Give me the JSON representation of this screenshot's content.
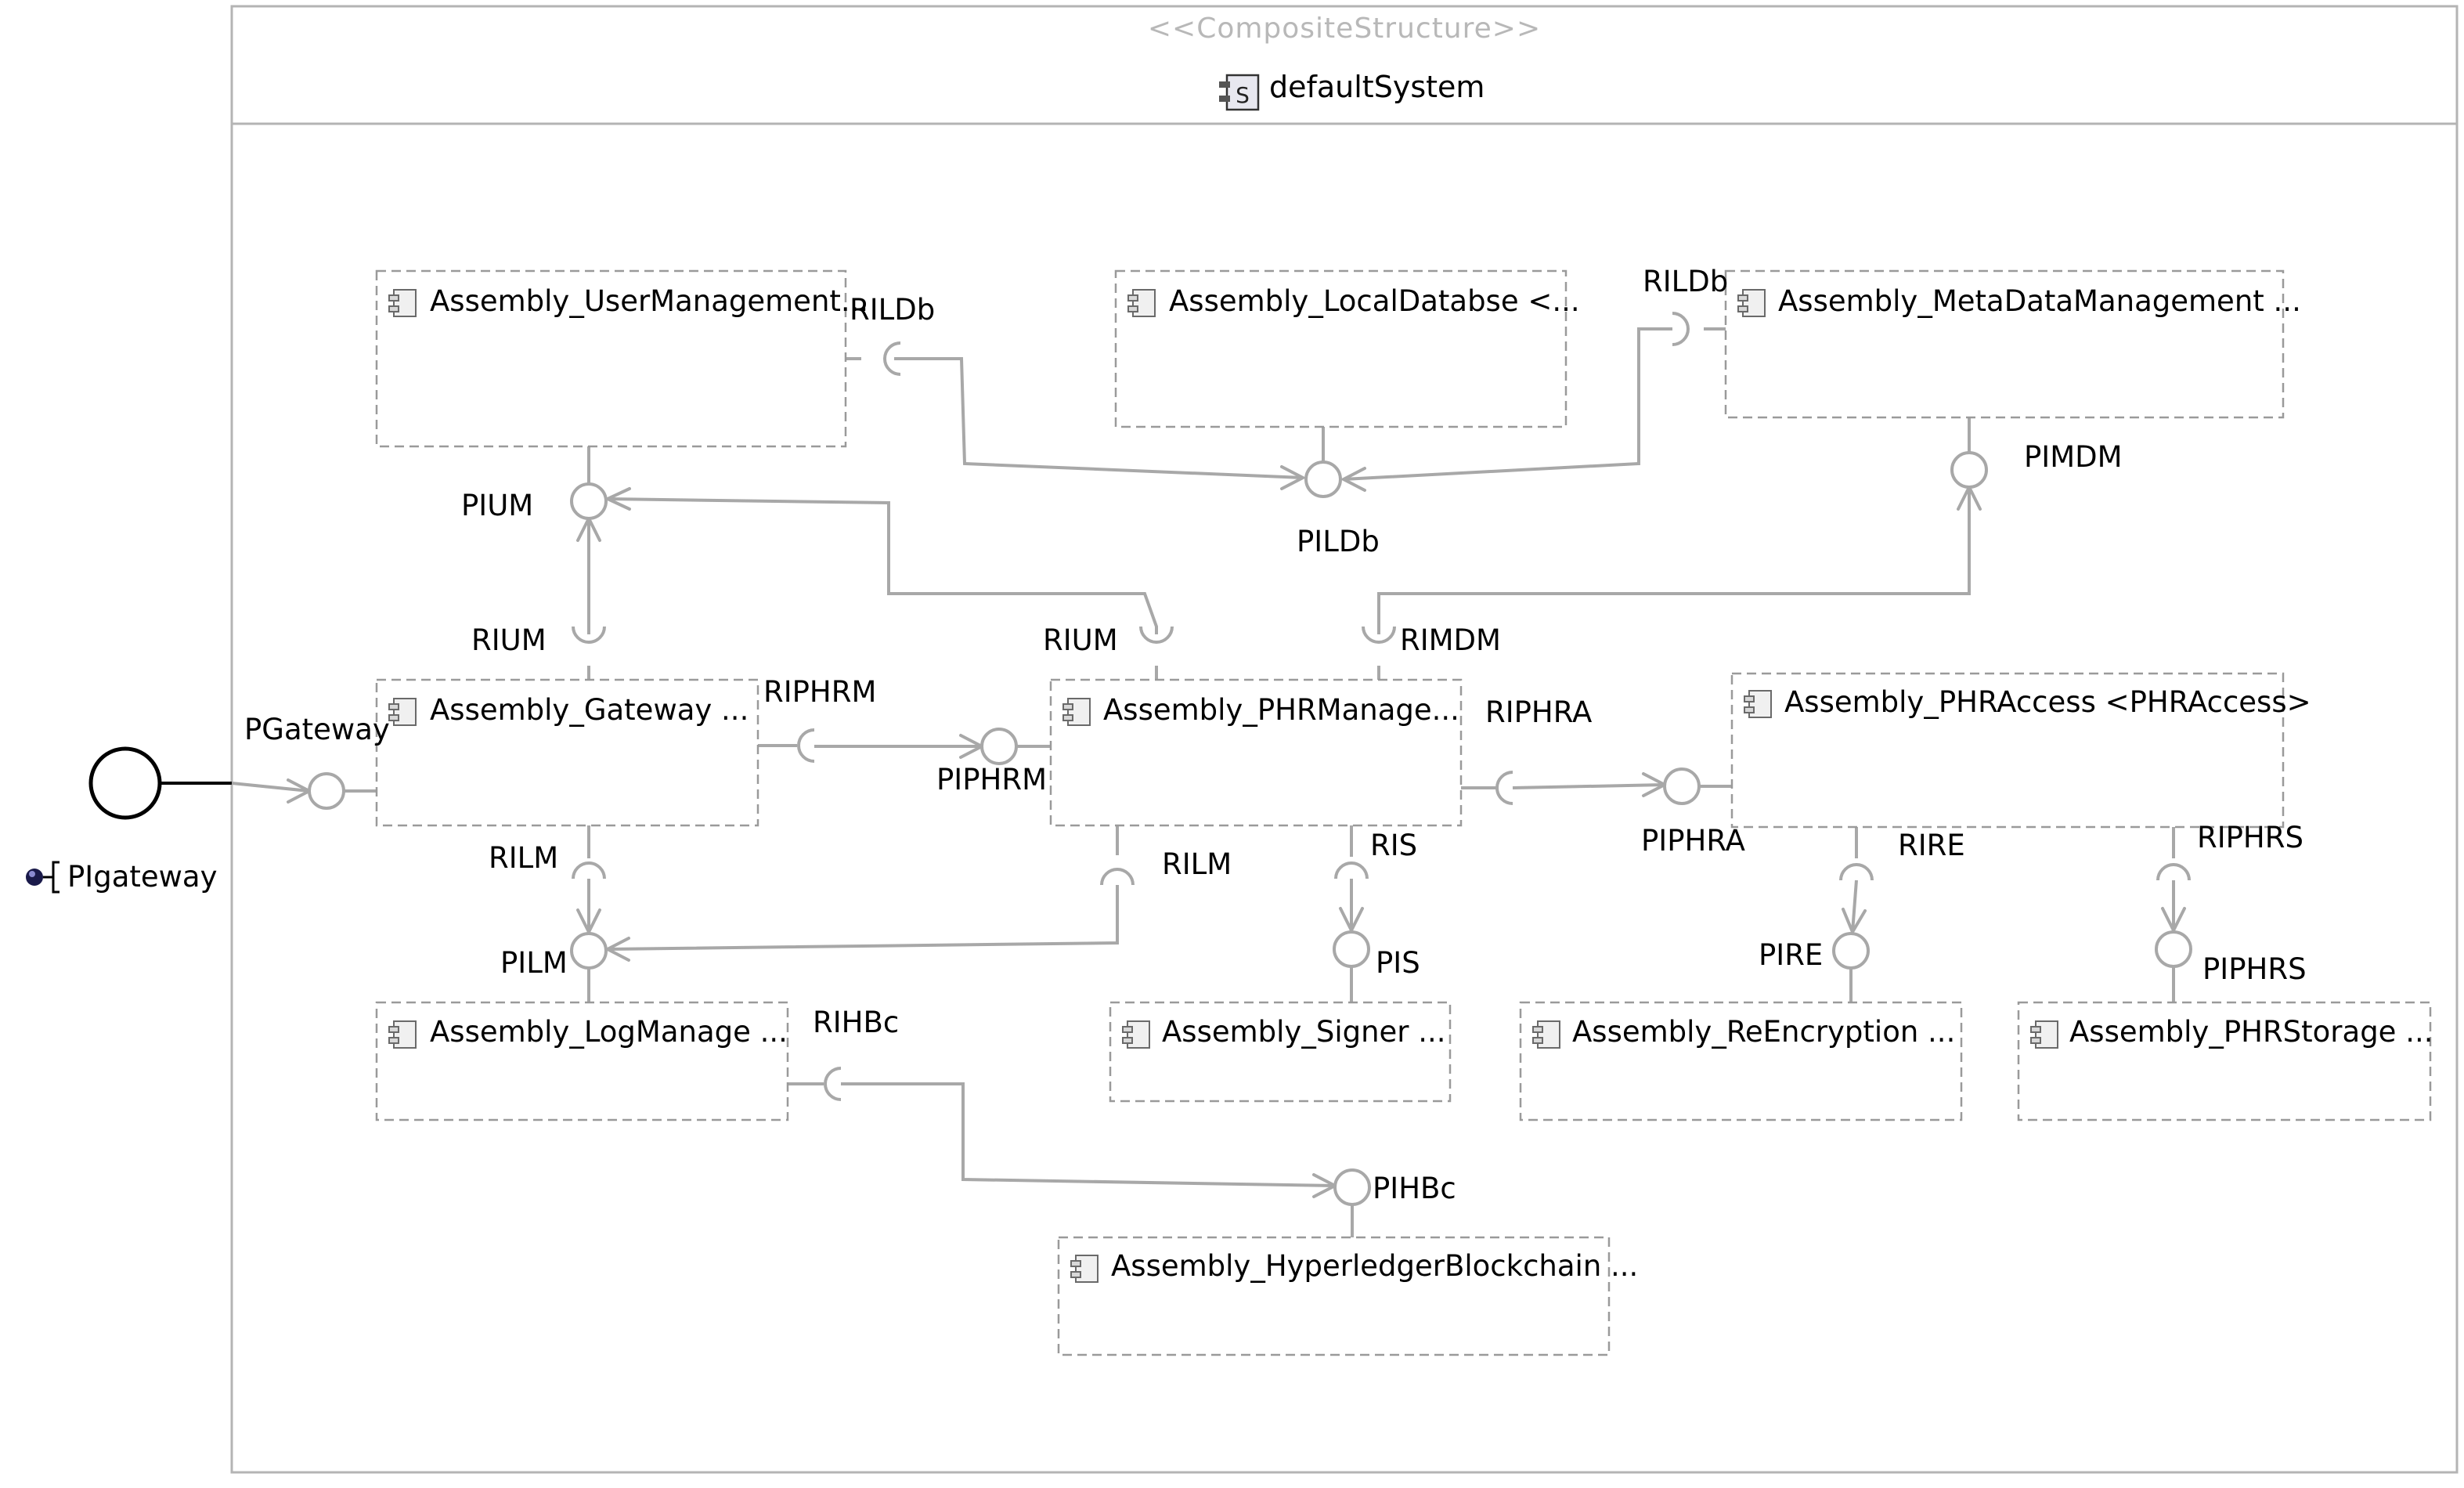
{
  "stereotype": "<<CompositeStructure>>",
  "system_name": "defaultSystem",
  "external_port_label": "PIgateway",
  "components": {
    "user_mgmt": "Assembly_UserManagement...",
    "local_db": "Assembly_LocalDatabse <...",
    "metadata": "Assembly_MetaDataManagement ...",
    "gateway": "Assembly_Gateway ...",
    "phr_manage": "Assembly_PHRManage...",
    "phr_access": "Assembly_PHRAccess <PHRAccess>",
    "log_manage": "Assembly_LogManage ...",
    "signer": "Assembly_Signer ...",
    "re_encryption": "Assembly_ReEncryption ...",
    "phr_storage": "Assembly_PHRStorage ...",
    "blockchain": "Assembly_HyperledgerBlockchain ..."
  },
  "roles": {
    "rildb_user": "RILDb",
    "rildb_meta": "RILDb",
    "pildb": "PILDb",
    "pimdm": "PIMDM",
    "pium": "PIUM",
    "rium_gateway": "RIUM",
    "rium_phr": "RIUM",
    "rimdm": "RIMDM",
    "pgateway": "PGateway",
    "riphrm": "RIPHRM",
    "piphrm": "PIPHRM",
    "riphra": "RIPHRA",
    "piphra": "PIPHRA",
    "rilm_gateway": "RILM",
    "rilm_phr": "RILM",
    "pilm": "PILM",
    "ris": "RIS",
    "pis": "PIS",
    "rire": "RIRE",
    "pire": "PIRE",
    "riphrs": "RIPHRS",
    "piphrs": "PIPHRS",
    "rihbc": "RIHBc",
    "pihbc": "PIHBc"
  }
}
